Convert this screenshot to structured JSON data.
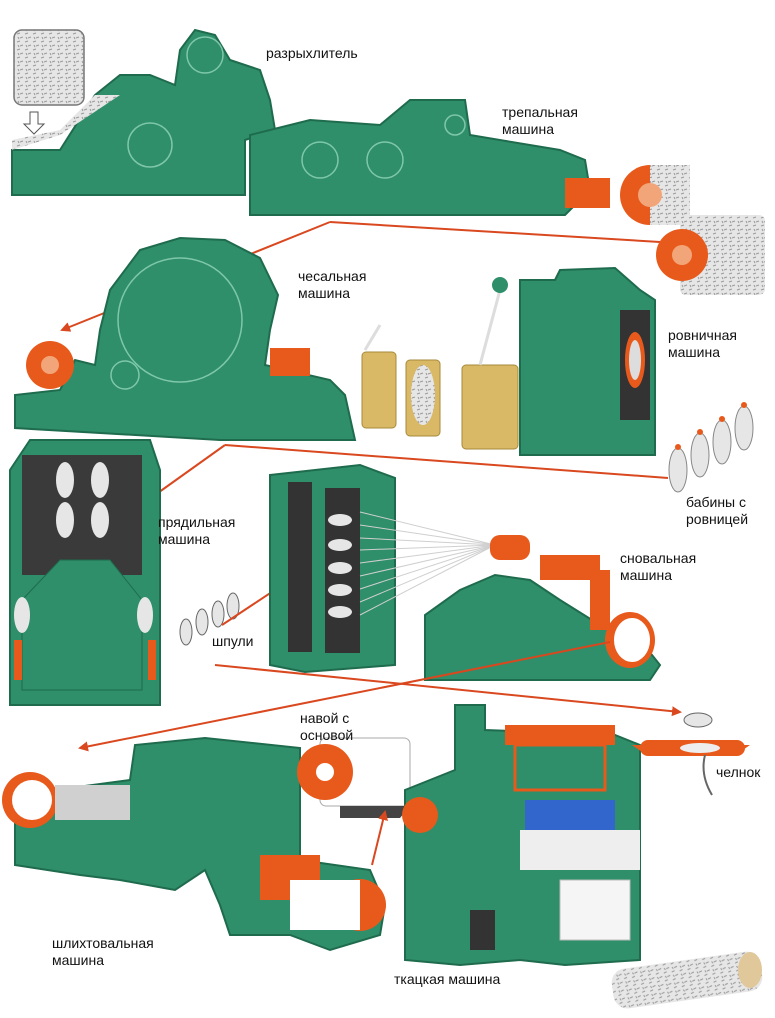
{
  "labels": {
    "opener": "разрыхлитель",
    "scutcher": [
      "трепальная",
      "машина"
    ],
    "carding": [
      "чесальная",
      "машина"
    ],
    "roving": [
      "ровничная",
      "машина"
    ],
    "roving_bobbins": [
      "бабины с",
      "ровницей"
    ],
    "spinning": [
      "прядильная",
      "машина"
    ],
    "warping": [
      "сновальная",
      "машина"
    ],
    "spools": "шпули",
    "warp_beam": [
      "навой с",
      "основой"
    ],
    "shuttle": "челнок",
    "sizing": [
      "шлихтовальная",
      "машина"
    ],
    "loom": "ткацкая машина"
  },
  "colors": {
    "machine_green": "#2e8f6a",
    "machine_dark": "#1f6b4e",
    "accent_orange": "#e85a1c",
    "arrow_red": "#d9481f",
    "fiber_gray": "#d9d9d9",
    "bobbin_tan": "#d9b866"
  }
}
